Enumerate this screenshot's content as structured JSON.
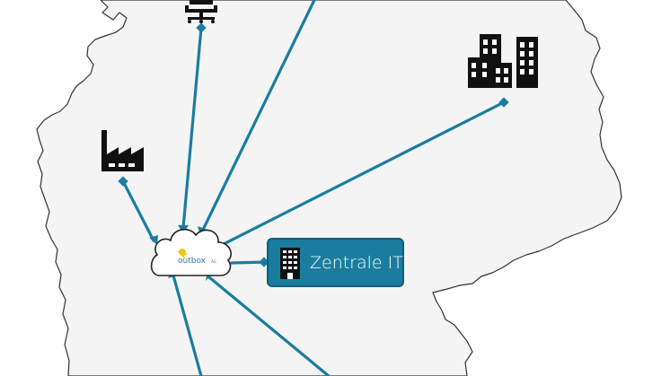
{
  "diagram": {
    "hub": {
      "logo_text": "outbox",
      "logo_suffix": "AG"
    },
    "central_box": {
      "label": "Zentrale IT"
    },
    "nodes": [
      {
        "id": "office-chair",
        "icon": "office-chair-icon"
      },
      {
        "id": "factory",
        "icon": "factory-icon"
      },
      {
        "id": "city-buildings",
        "icon": "city-buildings-icon"
      },
      {
        "id": "central-it",
        "icon": "office-building-icon"
      }
    ],
    "colors": {
      "connector": "#1a7d9f",
      "map_fill": "#f4f4f4",
      "map_border": "#333333",
      "box_fill": "#1a7d9f",
      "box_text": "#ffffff",
      "icon": "#111111",
      "logo_yellow": "#f2c21b",
      "logo_blue": "#2a7fb8"
    }
  }
}
